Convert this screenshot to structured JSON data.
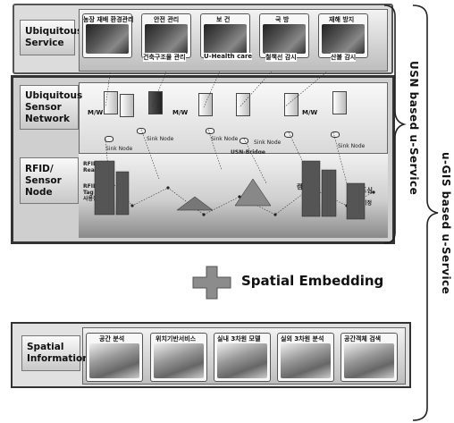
{
  "layers": {
    "service_label": "Ubiquitous\nService",
    "usn_label": "Ubiquitous\nSensor\nNetwork",
    "rfid_label": "RFID/\nSensor\nNode",
    "spatial_label": "Spatial\nInformation"
  },
  "services": [
    {
      "top": "농장 재배 환경관리",
      "bottom": ""
    },
    {
      "top": "안전 관리",
      "bottom": "건축구조물 관리"
    },
    {
      "top": "보 건",
      "bottom": "U-Health care"
    },
    {
      "top": "국 방",
      "bottom": "철책선 감시"
    },
    {
      "top": "재해 방지",
      "bottom": "산불 감시"
    }
  ],
  "network": {
    "mw": [
      "M/W",
      "M/W",
      "M/W"
    ],
    "sink_nodes": [
      "Sink Node",
      "Sink Node",
      "Sink Node",
      "Sink Node",
      "Sink Node"
    ],
    "bridge": "USN-Bridge"
  },
  "rfid": {
    "reader": "RFID\nReader",
    "tag": "RFID\nTag\n사용정보",
    "campus": "캠퍼스",
    "city": "도심",
    "smoke": "기정"
  },
  "spatial_embedding": "Spatial Embedding",
  "spatial_services": [
    "공간 분석",
    "위치기반서비스",
    "실내 3차원 모델",
    "실외 3차원 분석",
    "공간객체 검색"
  ],
  "side_labels": {
    "usn": "USN based u-Service",
    "ugis": "u-GIS based u-Service"
  }
}
